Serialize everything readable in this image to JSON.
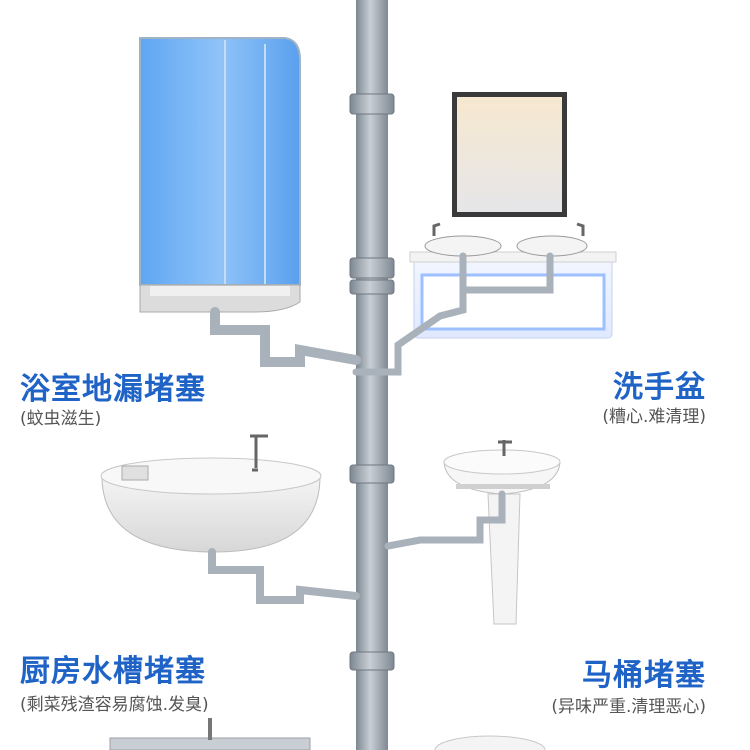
{
  "labels": {
    "shower": {
      "title": "浴室地漏堵塞",
      "note": "(蚊虫滋生)"
    },
    "basin": {
      "title": "洗手盆",
      "note": "(糟心.难清理)"
    },
    "kitchen": {
      "title": "厨房水槽堵塞",
      "note": "(剩菜残渣容易腐蚀.发臭)"
    },
    "toilet": {
      "title": "马桶堵塞",
      "note": "(异味严重.清理恶心)"
    }
  },
  "colors": {
    "label_blue": "#1f63c6",
    "note_gray": "#555555",
    "pipe_gray": "#9aa3ad"
  }
}
